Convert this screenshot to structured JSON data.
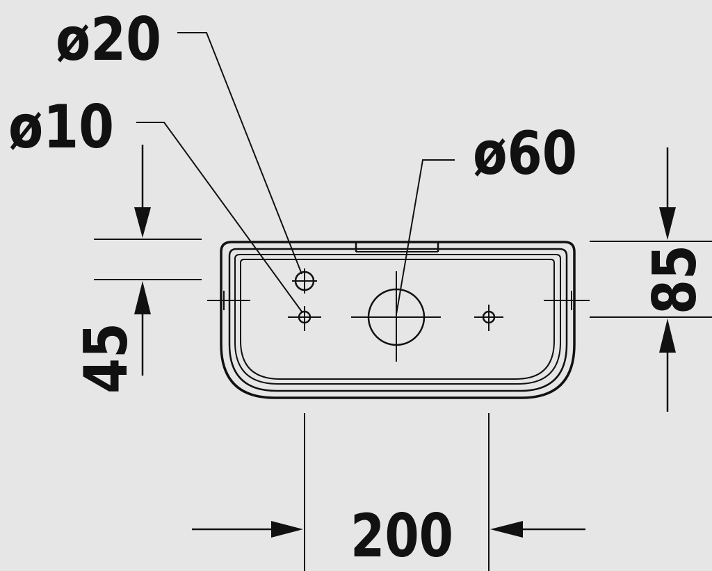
{
  "labels": {
    "hole_small_diameter": "ø10",
    "hole_medium_diameter": "ø20",
    "hole_large_diameter": "ø60",
    "height_left": "45",
    "height_right": "85",
    "width_bottom": "200"
  },
  "colors": {
    "background": "#e6e6e6",
    "line": "#111111"
  }
}
